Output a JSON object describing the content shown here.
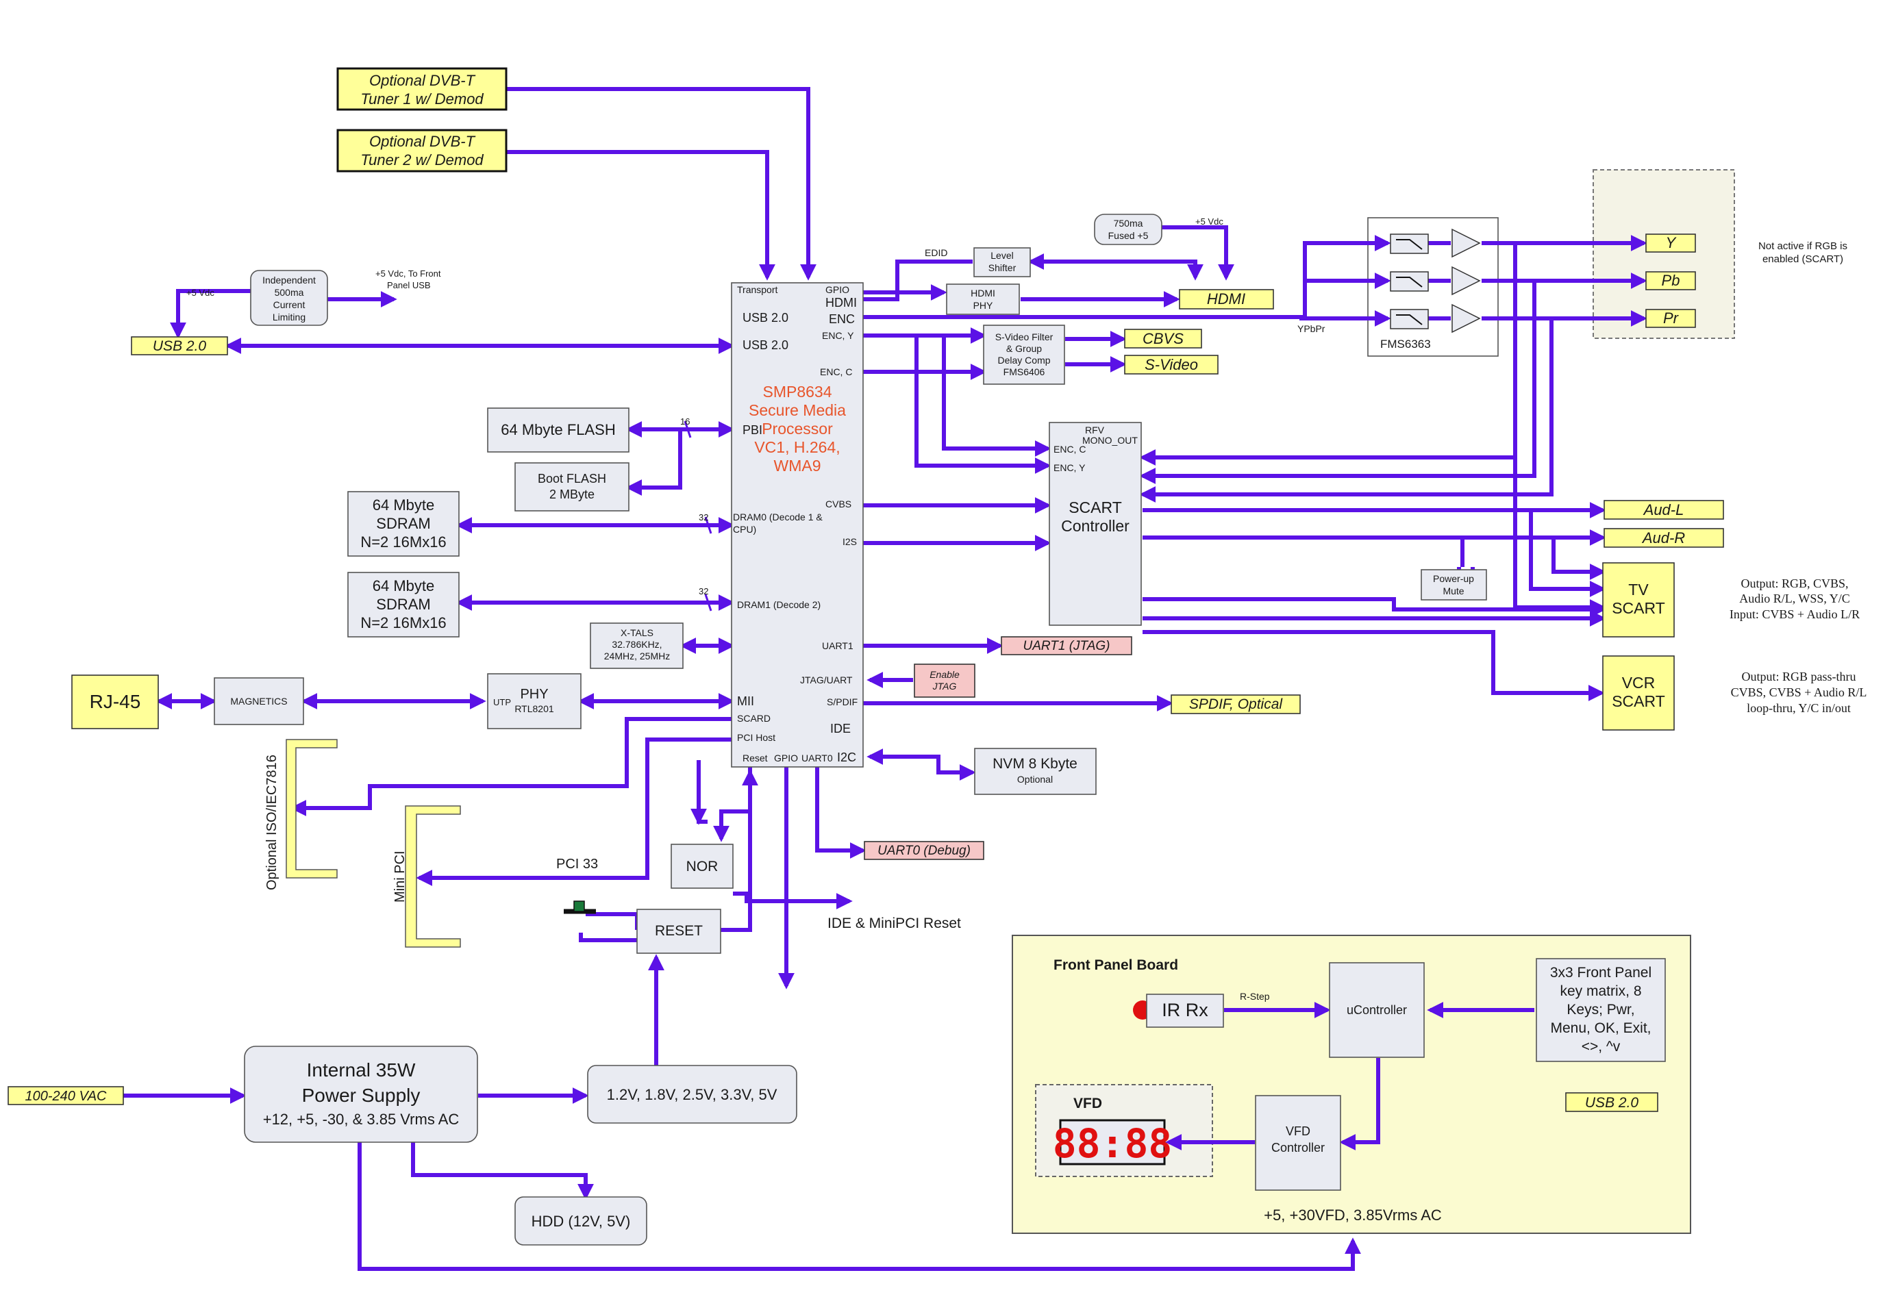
{
  "soc": {
    "lines": [
      "SMP8634",
      "Secure Media",
      "Processor",
      "VC1, H.264,",
      "WMA9"
    ],
    "pins": {
      "transport": "Transport",
      "gpio_top": "GPIO",
      "hdmi": "HDMI",
      "enc": "ENC",
      "usb_a": "USB 2.0",
      "usb_b": "USB 2.0",
      "enc_y": "ENC, Y",
      "enc_c": "ENC, C",
      "pbi": "PBI",
      "dram0": "DRAM0 (Decode 1 &",
      "dram0b": "CPU)",
      "cvbs": "CVBS",
      "i2s": "I2S",
      "dram1": "DRAM1 (Decode 2)",
      "uart1": "UART1",
      "jtag_uart": "JTAG/UART",
      "mii": "MII",
      "spdif": "S/PDIF",
      "scard": "SCARD",
      "ide": "IDE",
      "pci_host": "PCI Host",
      "reset": "Reset",
      "gpio_bot": "GPIO",
      "uart0": "UART0",
      "i2c": "I2C"
    }
  },
  "tuner1": [
    "Optional DVB-T",
    "Tuner 1 w/ Demod"
  ],
  "tuner2": [
    "Optional DVB-T",
    "Tuner 2 w/ Demod"
  ],
  "current_limit": [
    "Independent",
    "500ma",
    "Current",
    "Limiting"
  ],
  "plus5_usb": "+5 Vdc",
  "front_usb": [
    "+5 Vdc, To Front",
    "Panel USB"
  ],
  "usb_left": "USB 2.0",
  "flash64": "64 Mbyte FLASH",
  "bus16": "16",
  "boot_flash": [
    "Boot FLASH",
    "2 MByte"
  ],
  "sdram1": [
    "64  Mbyte",
    "SDRAM",
    "N=2 16Mx16"
  ],
  "sdram2": [
    "64 Mbyte",
    "SDRAM",
    "N=2 16Mx16"
  ],
  "bus32a": "32",
  "bus32b": "32",
  "xtals": [
    "X-TALS",
    "32.786KHz,",
    "24MHz, 25MHz"
  ],
  "rj45": "RJ-45",
  "magnetics": "MAGNETICS",
  "phy": {
    "utp": "UTP",
    "name": "PHY",
    "part": "RTL8201"
  },
  "iso_label": "Optional ISO/IEC7816",
  "minipci_label": "Mini PCI",
  "pci33": "PCI 33",
  "nor": "NOR",
  "reset_box": "RESET",
  "ide_reset": "IDE & MiniPCI Reset",
  "psu": [
    "Internal 35W",
    "Power Supply",
    "+12, +5, -30, & 3.85 Vrms AC"
  ],
  "ac_in": "100-240 VAC",
  "rails": "1.2V, 1.8V, 2.5V, 3.3V, 5V",
  "hdd": "HDD (12V, 5V)",
  "edid": "EDID",
  "level_shifter": [
    "Level",
    "Shifter"
  ],
  "fused": [
    "750ma",
    "Fused +5"
  ],
  "plus5_hdmi": "+5 Vdc",
  "hdmi_phy": [
    "HDMI",
    "PHY"
  ],
  "hdmi_out": "HDMI",
  "svideo_filter": [
    "S-Video Filter",
    "& Group",
    "Delay Comp",
    "FMS6406"
  ],
  "cvbs_out": "CBVS",
  "svideo_out": "S-Video",
  "ypbpr": "YPbPr",
  "fms6363": "FMS6363",
  "y_out": "Y",
  "pb_out": "Pb",
  "pr_out": "Pr",
  "not_active": [
    "Not active if RGB is",
    "enabled (SCART)"
  ],
  "scart_ctrl": {
    "name": [
      "SCART",
      "Controller"
    ],
    "rfv": [
      "RFV",
      "MONO_OUT"
    ],
    "enc_c": "ENC, C",
    "enc_y": "ENC, Y"
  },
  "audl": "Aud-L",
  "audr": "Aud-R",
  "powerup": [
    "Power-up",
    "Mute"
  ],
  "tv_scart": [
    "TV",
    "SCART"
  ],
  "tv_note": [
    "Output: RGB, CVBS,",
    "Audio R/L, WSS, Y/C",
    "Input: CVBS + Audio L/R"
  ],
  "vcr_scart": [
    "VCR",
    "SCART"
  ],
  "vcr_note": [
    "Output: RGB pass-thru",
    "CVBS, CVBS + Audio R/L",
    "loop-thru, Y/C  in/out"
  ],
  "uart1_out": "UART1 (JTAG)",
  "enable_jtag": [
    "Enable",
    "JTAG"
  ],
  "spdif_out": "SPDIF, Optical",
  "nvm": [
    "NVM 8 Kbyte",
    "Optional"
  ],
  "uart0_out": "UART0 (Debug)",
  "front_panel": {
    "title": "Front Panel Board",
    "ir": "IR Rx",
    "rstep": "R-Step",
    "uctrl": "uController",
    "keys": [
      "3x3 Front Panel",
      "key matrix, 8",
      "Keys; Pwr,",
      "Menu, OK, Exit,",
      "<>, ^v"
    ],
    "vfd_label": "VFD",
    "vfd_digits": "88:88",
    "vfd_ctrl": [
      "VFD",
      "Controller"
    ],
    "usb": "USB 2.0",
    "power": "+5, +30VFD, 3.85Vrms AC"
  },
  "colors": {
    "wire": "#5b12e6",
    "soc_text": "#e8552b",
    "yellow": "#ffff99",
    "pink": "#f6c7c7",
    "box": "#e9ebf2",
    "panel": "#fbfbd0",
    "vfd_red": "#e01010"
  }
}
